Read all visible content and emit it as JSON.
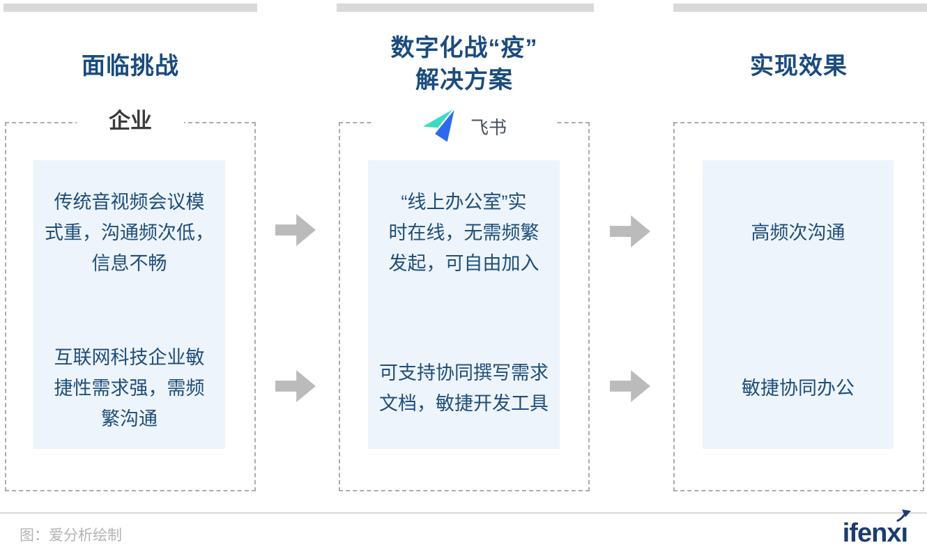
{
  "colors": {
    "title_navy": "#1A4B7F",
    "body_navy": "#1F4E79",
    "box_blue": "#EDF4FB",
    "bar_gray": "#D9D9D9",
    "arrow_gray": "#BBBBBB",
    "dash_gray": "#ABABAB",
    "caption_gray": "#B3B3B3",
    "brand_navy": "#1C3C70",
    "feishu_teal": "#3ADCC1",
    "feishu_blue": "#2D69EC"
  },
  "columns": [
    {
      "title_lines": [
        "面临挑战"
      ],
      "badge": "企业",
      "sections": [
        {
          "text": "传统音视频会议模式重，沟通频次低，信息不畅",
          "lines": [
            "传统音视频会议模",
            "式重，沟通频次低，",
            "信息不畅"
          ]
        },
        {
          "text": "互联网科技企业敏捷性需求强，需频繁沟通",
          "lines": [
            "互联网科技企业敏",
            "捷性需求强，需频",
            "繁沟通"
          ]
        }
      ]
    },
    {
      "title_lines": [
        "数字化战“疫”",
        "解决方案"
      ],
      "logo_label": "飞书",
      "sections": [
        {
          "text": "“线上办公室”实时在线，无需频繁发起，可自由加入",
          "lines": [
            "“线上办公室”实",
            "时在线，无需频繁",
            "发起，可自由加入"
          ]
        },
        {
          "text": "可支持协同撰写需求文档，敏捷开发工具",
          "lines": [
            "可支持协同撰写需求",
            "文档，敏捷开发工具"
          ]
        }
      ]
    },
    {
      "title_lines": [
        "实现效果"
      ],
      "sections": [
        {
          "text": "高频次沟通",
          "lines": [
            "高频次沟通"
          ]
        },
        {
          "text": "敏捷协同办公",
          "lines": [
            "敏捷协同办公"
          ]
        }
      ]
    }
  ],
  "footer": {
    "caption": "图：爱分析绘制",
    "brand": "ifenxi",
    "brand_prefix": "ifenx",
    "brand_final_letter": "ı"
  }
}
